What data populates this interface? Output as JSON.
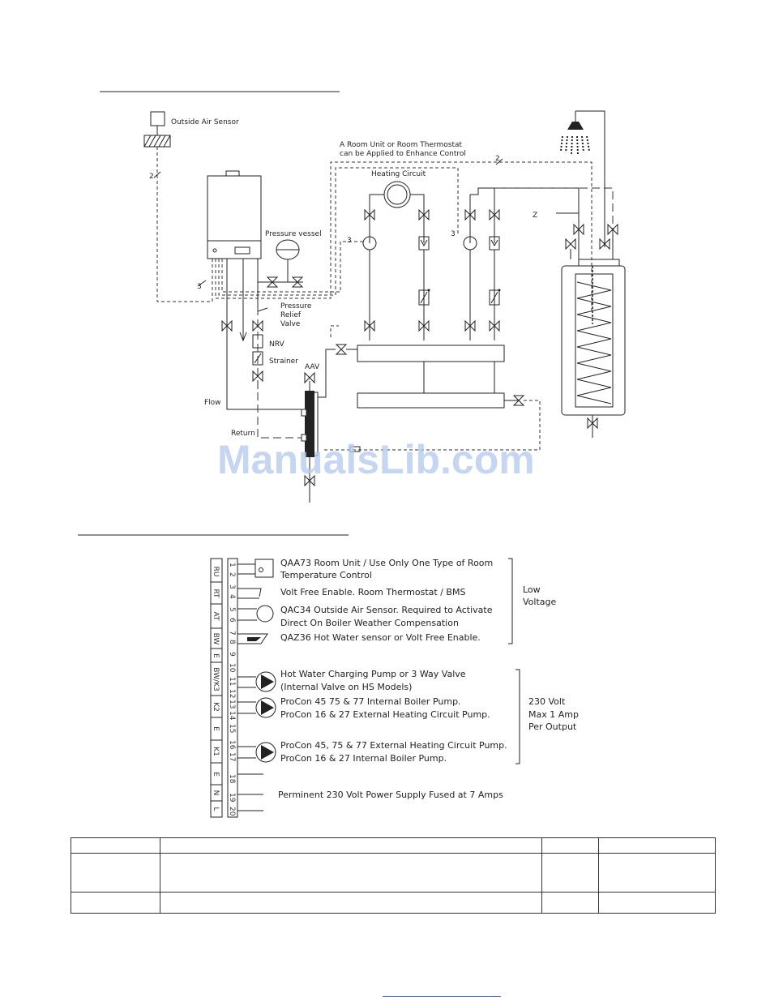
{
  "schematic": {
    "labels": {
      "outside_air_sensor": "Outside Air Sensor",
      "room_unit_note_1": "A Room Unit or Room Thermostat",
      "room_unit_note_2": "can be Applied to Enhance Control",
      "heating_circuit": "Heating Circuit",
      "pressure_vessel": "Pressure vessel",
      "pressure_relief_1": "Pressure",
      "pressure_relief_2": "Relief",
      "pressure_relief_3": "Valve",
      "nrv": "NRV",
      "strainer": "Strainer",
      "aav": "AAV",
      "flow": "Flow",
      "return": "Return",
      "wire_2_left": "2",
      "wire_2_top": "2",
      "wire_3_boiler": "3",
      "wire_3_pump1": "3",
      "wire_3_pump2": "3",
      "wire_z": "Z"
    }
  },
  "wiring": {
    "terminal_groups": [
      "RU",
      "RT",
      "AT",
      "BW",
      "E",
      "BW/K3",
      "K2",
      "E",
      "K1",
      "E",
      "N",
      "L"
    ],
    "terminal_numbers": [
      "1",
      "2",
      "3",
      "4",
      "5",
      "6",
      "7",
      "8",
      "9",
      "10",
      "11",
      "12",
      "13",
      "14",
      "15",
      "16",
      "17",
      "18",
      "19",
      "20"
    ],
    "descriptions": {
      "qaa73_1": "QAA73 Room Unit / Use Only One Type of Room",
      "qaa73_2": "Temperature Control",
      "volt_free": "Volt Free Enable. Room Thermostat / BMS",
      "qac34_1": "QAC34 Outside Air Sensor. Required to Activate",
      "qac34_2": "Direct On Boiler Weather Compensation",
      "qaz36": "QAZ36 Hot Water sensor or Volt Free  Enable.",
      "hw_pump_1": "Hot Water Charging Pump or 3 Way Valve",
      "hw_pump_2": "(Internal Valve on HS Models)",
      "k2_1": "ProCon 45 75 & 77 Internal Boiler Pump.",
      "k2_2": "ProCon 16 & 27 External Heating Circuit Pump.",
      "k1_1": "ProCon 45, 75 &  77 External Heating Circuit Pump.",
      "k1_2": "ProCon 16 & 27 Internal Boiler Pump.",
      "power": "Perminent 230 Volt Power Supply Fused at 7 Amps"
    },
    "low_voltage_1": "Low",
    "low_voltage_2": "Voltage",
    "high_voltage_1": "230 Volt",
    "high_voltage_2": "Max 1 Amp",
    "high_voltage_3": "Per Output"
  },
  "watermark": "ManualsLib.com"
}
